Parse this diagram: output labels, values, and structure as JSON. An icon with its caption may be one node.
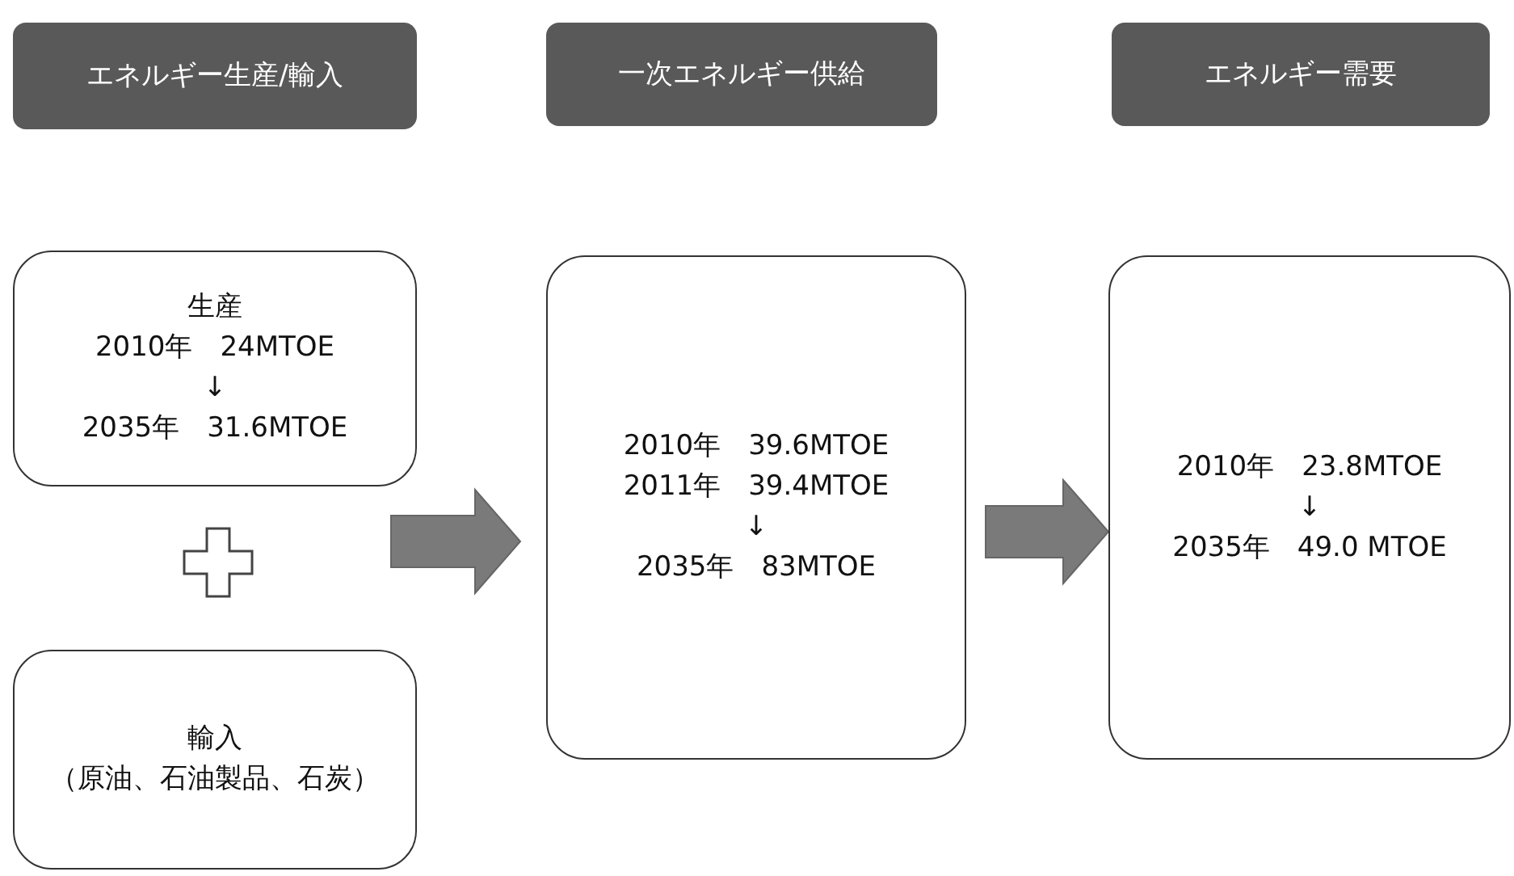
{
  "diagram": {
    "nodes": [
      {
        "text": [
          "エネルギー生産/輸入"
        ]
      },
      {
        "text": [
          "一次エネルギー供給"
        ]
      },
      {
        "text": [
          "エネルギー需要"
        ]
      },
      {
        "text": [
          "生産",
          "2010年　24MTOE",
          "↓",
          "2035年　31.6MTOE"
        ]
      },
      {
        "text": [
          "輸入",
          "（原油、石油製品、石炭）"
        ]
      },
      {
        "text": [
          "2010年　39.6MTOE",
          "2011年　39.4MTOE",
          "↓",
          "2035年　83MTOE"
        ]
      },
      {
        "text": [
          "2010年　23.8MTOE",
          "↓",
          "2035年　49.0 MTOE"
        ]
      }
    ],
    "edges": [
      {
        "from": 3,
        "to": 5,
        "arrow": "to"
      },
      {
        "from": 4,
        "to": 5,
        "arrow": "to"
      },
      {
        "from": 5,
        "to": 6,
        "arrow": "to"
      }
    ]
  }
}
